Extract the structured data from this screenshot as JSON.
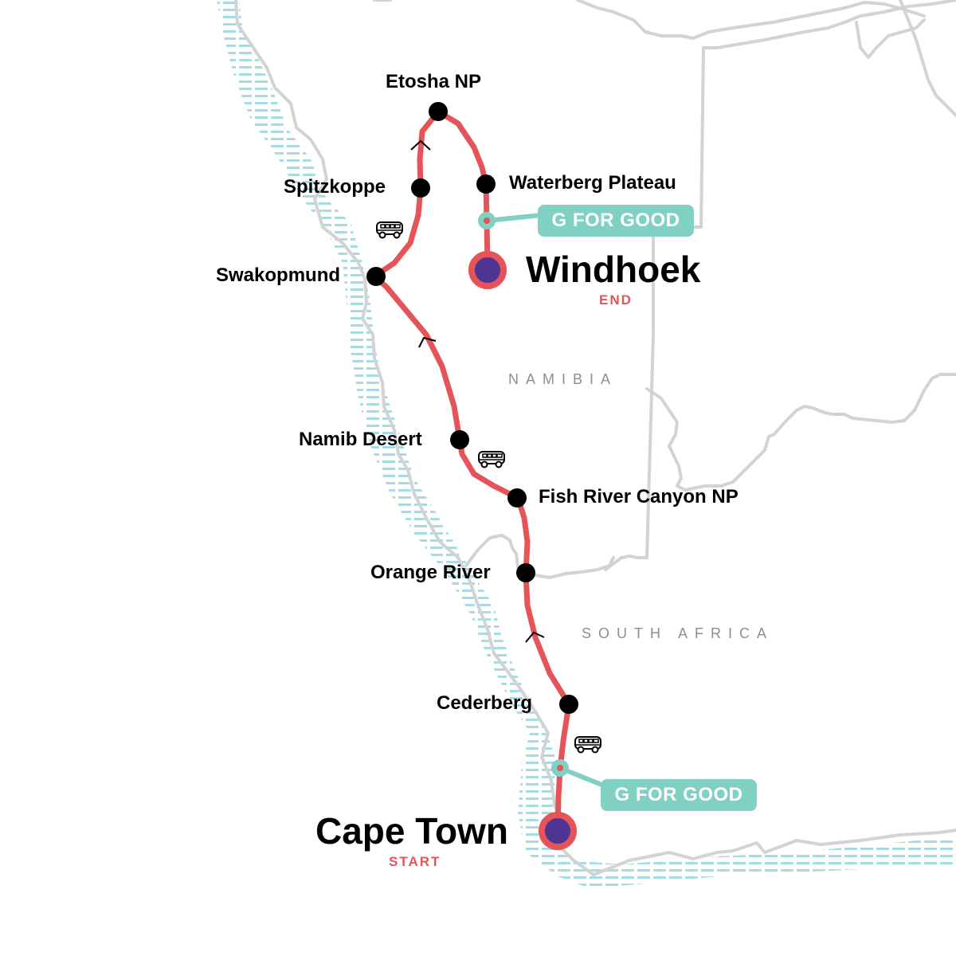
{
  "map": {
    "colors": {
      "route": "#e45458",
      "stop": "#000000",
      "endpoint_fill": "#4f3593",
      "endpoint_ring": "#e45458",
      "border": "#d3d3d3",
      "ocean_hatch": "#a6dce3",
      "g_for_good": "#80d1c4",
      "country_label": "#8f8f8f",
      "start_end_label": "#e45458"
    },
    "start": {
      "name": "Cape Town",
      "tag": "START"
    },
    "end": {
      "name": "Windhoek",
      "tag": "END"
    },
    "stops": [
      {
        "name": "Cederberg"
      },
      {
        "name": "Orange River"
      },
      {
        "name": "Fish River Canyon NP"
      },
      {
        "name": "Namib Desert"
      },
      {
        "name": "Swakopmund"
      },
      {
        "name": "Spitzkoppe"
      },
      {
        "name": "Etosha NP"
      },
      {
        "name": "Waterberg Plateau"
      }
    ],
    "countries": [
      "NAMIBIA",
      "SOUTH AFRICA"
    ],
    "badges": [
      {
        "label": "G FOR GOOD",
        "near": "Cape Town"
      },
      {
        "label": "G FOR GOOD",
        "near": "Windhoek"
      }
    ],
    "icons": [
      "bus-icon",
      "bus-icon",
      "bus-icon",
      "direction-arrow-icon"
    ]
  }
}
